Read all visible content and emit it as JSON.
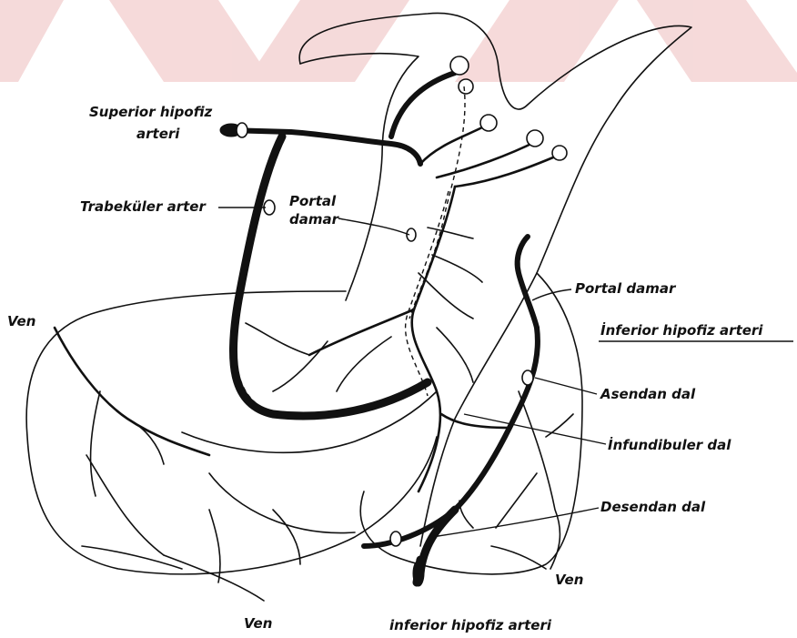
{
  "colors": {
    "ink": "#111111",
    "watermark": "#f4d4d4",
    "background": "#ffffff"
  },
  "labels": {
    "superior_artery_line1": "Superior hipofiz",
    "superior_artery_line2": "arteri",
    "trabecular_artery": "Trabeküler arter",
    "portal_vein_upper_line1": "Portal",
    "portal_vein_upper_line2": "damar",
    "portal_vein_right": "Portal damar",
    "inferior_artery_heading": "İnferior hipofiz arteri",
    "ascending_branch": "Asendan dal",
    "infundibular_branch": "İnfundibuler dal",
    "descending_branch": "Desendan dal",
    "vein_left": "Ven",
    "vein_bottom": "Ven",
    "vein_right": "Ven",
    "inferior_artery_bottom": "inferior hipofiz arteri"
  }
}
